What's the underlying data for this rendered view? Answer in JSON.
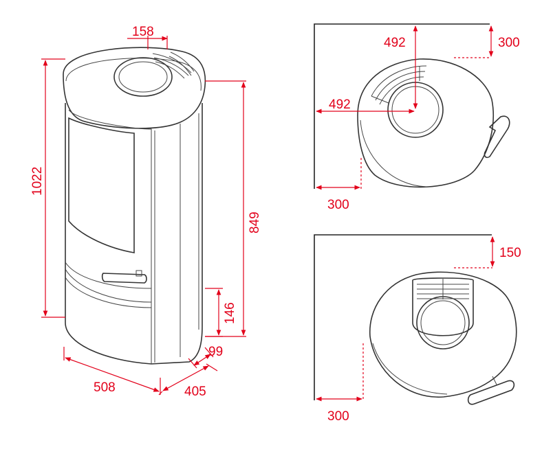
{
  "diagram": {
    "front_view": {
      "dims": {
        "flue_offset": "158",
        "total_height": "1022",
        "flue_height": "849",
        "connector_height": "146",
        "connector_depth": "99",
        "width": "508",
        "depth": "405"
      }
    },
    "corner_install": {
      "dims": {
        "flue_offset_y": "492",
        "flue_offset_x": "492",
        "clearance_side": "300",
        "clearance_bottom": "300"
      }
    },
    "wall_install": {
      "dims": {
        "clearance_back": "150",
        "clearance_side": "300"
      }
    },
    "colors": {
      "dimension": "#e2001a",
      "outline": "#333333"
    }
  }
}
